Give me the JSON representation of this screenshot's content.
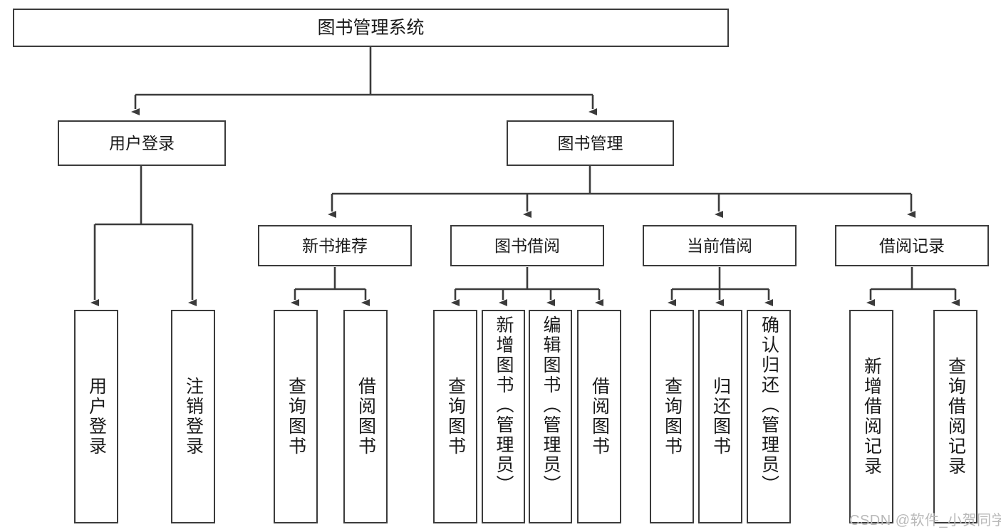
{
  "diagram": {
    "type": "tree",
    "title": "图书管理系统",
    "root": {
      "label": "图书管理系统"
    },
    "level2": [
      {
        "label": "用户登录"
      },
      {
        "label": "图书管理"
      }
    ],
    "level3": [
      {
        "label": "新书推荐"
      },
      {
        "label": "图书借阅"
      },
      {
        "label": "当前借阅"
      },
      {
        "label": "借阅记录"
      }
    ],
    "leaves": {
      "user_login": [
        {
          "label": "用户登录"
        },
        {
          "label": "注销登录"
        }
      ],
      "new_book_recommend": [
        {
          "label": "查询图书"
        },
        {
          "label": "借阅图书"
        }
      ],
      "book_borrow": [
        {
          "label": "查询图书"
        },
        {
          "label": "新增图书（管理员）"
        },
        {
          "label": "编辑图书（管理员）"
        },
        {
          "label": "借阅图书"
        }
      ],
      "current_borrow": [
        {
          "label": "查询图书"
        },
        {
          "label": "归还图书"
        },
        {
          "label": "确认归还（管理员）"
        }
      ],
      "borrow_record": [
        {
          "label": "新增借阅记录"
        },
        {
          "label": "查询借阅记录"
        }
      ]
    }
  },
  "watermark": {
    "text": "CSDN @软件_小贺同学"
  },
  "colors": {
    "stroke": "#3b3b3b",
    "background": "#ffffff",
    "text": "#1a1a1a",
    "watermark": "#b9b9b9"
  }
}
